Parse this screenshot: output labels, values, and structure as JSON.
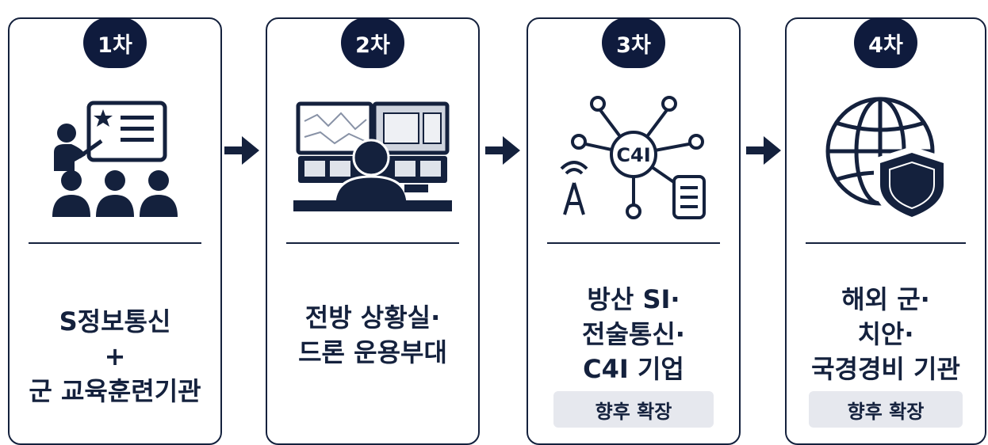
{
  "stages": [
    {
      "badge": "1차",
      "lines": [
        "S정보통신",
        "+",
        "군 교육훈련기관"
      ],
      "tag": ""
    },
    {
      "badge": "2차",
      "lines": [
        "전방 상황실·",
        "드론 운용부대"
      ],
      "tag": ""
    },
    {
      "badge": "3차",
      "lines": [
        "방산 SI·",
        "전술통신·",
        "C4I 기업"
      ],
      "tag": "향후 확장",
      "icon_label": "C4I"
    },
    {
      "badge": "4차",
      "lines": [
        "해외 군·",
        "치안·",
        "국경경비 기관"
      ],
      "tag": "향후 확장"
    }
  ],
  "colors": {
    "navy": "#14213d",
    "badge": "#0f1b3d",
    "tag_bg": "#e6e8ee"
  }
}
